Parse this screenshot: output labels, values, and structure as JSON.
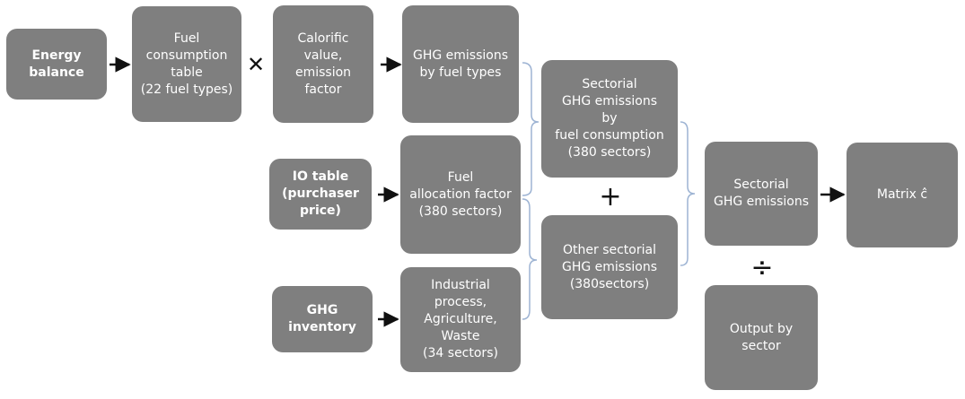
{
  "nodes": {
    "energy_balance": "Energy balance",
    "fuel_consumption": "Fuel consumption\ntable\n(22 fuel types)",
    "calorific": "Calorific value,\nemission factor",
    "ghg_by_fuel": "GHG emissions\nby fuel types",
    "io_table": "IO table\n(purchaser price)",
    "fuel_allocation": "Fuel\nallocation factor\n(380 sectors)",
    "ghg_inventory": "GHG inventory",
    "industrial": "Industrial process,\nAgriculture,\nWaste\n(34 sectors)",
    "sectorial_fuel": "Sectorial\nGHG emissions\nby\nfuel consumption\n(380 sectors)",
    "other_sectorial": "Other sectorial\nGHG emissions\n(380sectors)",
    "sectorial_ghg": "Sectorial\nGHG emissions",
    "matrix": "Matrix ĉ",
    "output": "Output by sector"
  },
  "operators": {
    "times": "✕",
    "plus": "+",
    "divide": "÷"
  },
  "colors": {
    "box": "#7f7f7f",
    "arrow": "#111111",
    "bracket": "#9db3d3"
  }
}
